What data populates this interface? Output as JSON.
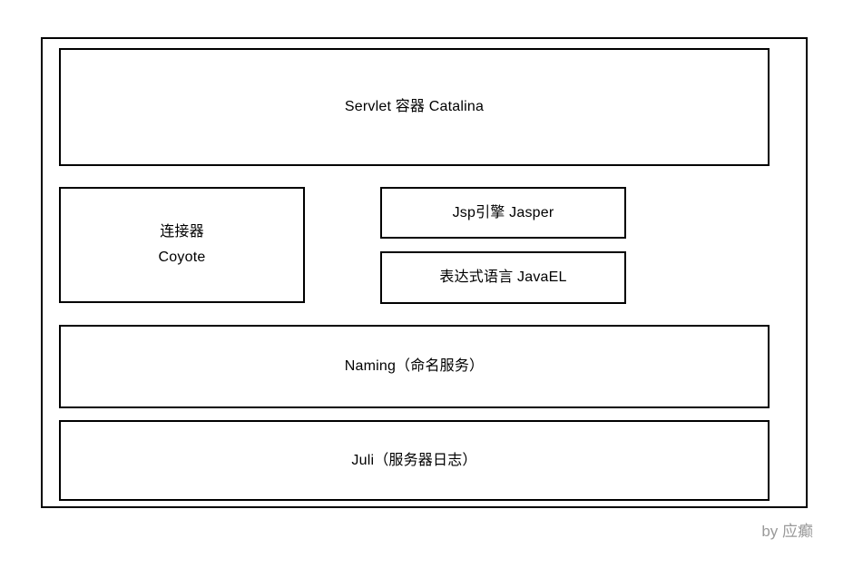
{
  "diagram": {
    "boxes": {
      "catalina": {
        "label": "Servlet 容器 Catalina"
      },
      "coyote": {
        "lines": [
          "连接器",
          "Coyote"
        ]
      },
      "jasper": {
        "label": "Jsp引擎 Jasper"
      },
      "javael": {
        "label": "表达式语言 JavaEL"
      },
      "naming": {
        "label": "Naming（命名服务）"
      },
      "juli": {
        "label": "Juli（服务器日志）"
      }
    },
    "footer": {
      "credit": "by 应癫"
    },
    "colors": {
      "border": "#000000",
      "background": "#ffffff",
      "footer_text": "#9a9a9a"
    }
  }
}
